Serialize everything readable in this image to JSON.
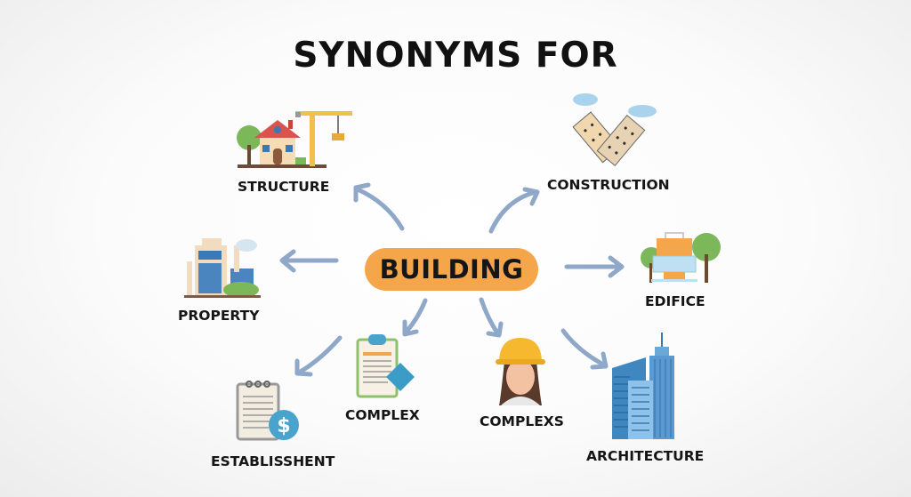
{
  "title": "SYNONYMS FOR",
  "center": {
    "label": "BUILDING",
    "color": "#f5a54a"
  },
  "arrow_color": "#8fa7c8",
  "synonyms": [
    {
      "label": "STRUCTURE",
      "icon": "house-crane-icon"
    },
    {
      "label": "CONSTRUCTION",
      "icon": "bricks-clouds-icon"
    },
    {
      "label": "PROPERTY",
      "icon": "city-buildings-icon"
    },
    {
      "label": "EDIFICE",
      "icon": "building-trees-icon"
    },
    {
      "label": "ESTABLISSHENT",
      "icon": "notepad-dollar-icon"
    },
    {
      "label": "COMPLEX",
      "icon": "clipboard-diamond-icon"
    },
    {
      "label": "COMPLEXS",
      "icon": "worker-hardhat-icon"
    },
    {
      "label": "ARCHITECTURE",
      "icon": "skyscrapers-icon"
    }
  ]
}
